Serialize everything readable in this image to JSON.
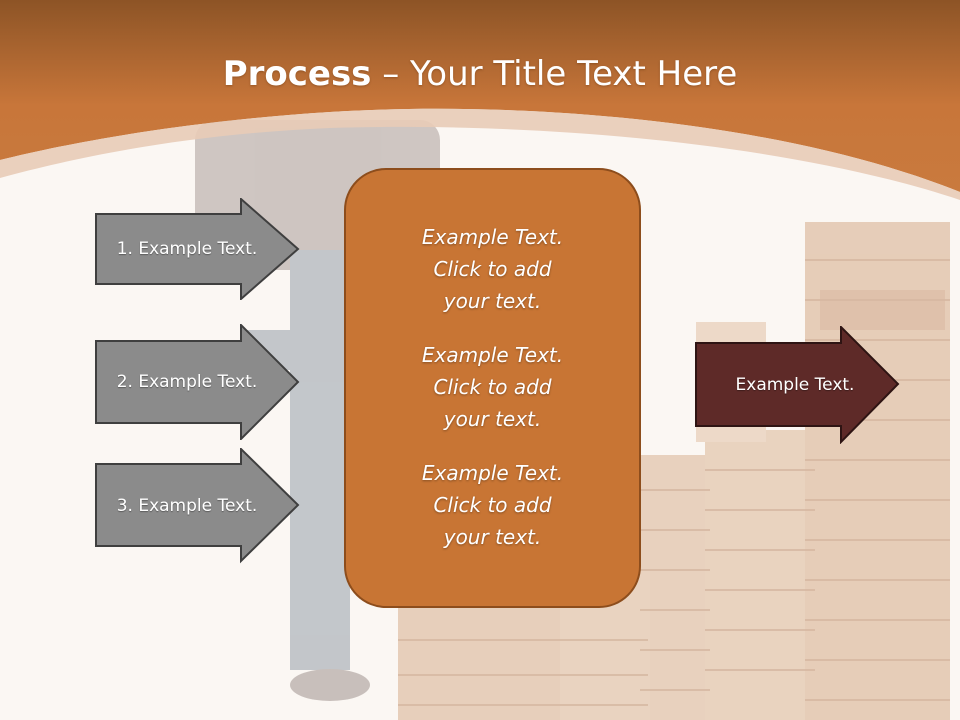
{
  "title": {
    "bold": "Process",
    "rest": " – Your Title Text Here"
  },
  "colors": {
    "header": "#c8763a",
    "header_dark": "#8d5426",
    "box_fill": "#c87534",
    "grey_arrow": "#8b8b8b",
    "dark_arrow": "#5e2a28",
    "background": "#fbf7f3"
  },
  "left_arrows": [
    {
      "label": "1. Example Text."
    },
    {
      "label": "2. Example Text."
    },
    {
      "label": "3. Example Text."
    }
  ],
  "center_box": {
    "blocks": [
      {
        "text": "Example Text.\nClick  to add\nyour text."
      },
      {
        "text": "Example Text.\nClick  to add\nyour text."
      },
      {
        "text": "Example Text.\nClick  to add\nyour text."
      }
    ]
  },
  "right_arrow": {
    "label": "Example Text."
  }
}
